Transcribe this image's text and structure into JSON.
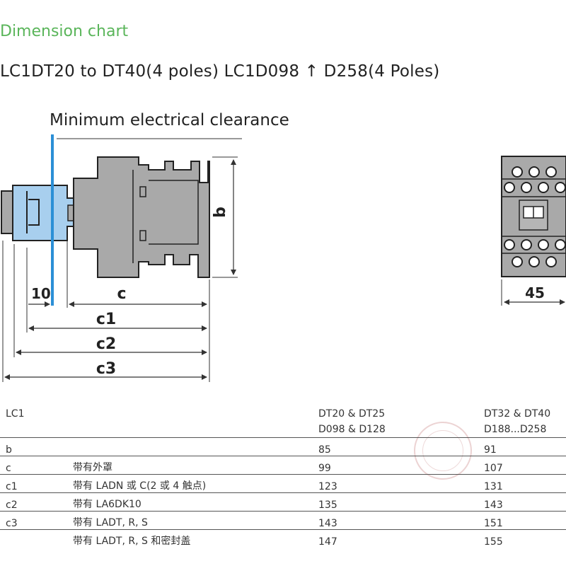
{
  "header": {
    "title": "Dimension chart",
    "subtitle": "LC1DT20 to DT40(4 poles) LC1D098 ↑ D258(4 Poles)"
  },
  "diagram": {
    "clearance_label": "Minimum electrical clearance",
    "dim_b": "b",
    "dim_10": "10",
    "dim_c": "c",
    "dim_c1": "c1",
    "dim_c2": "c2",
    "dim_c3": "c3",
    "dim_width": "45"
  },
  "table": {
    "header": {
      "label": "LC1",
      "col_a_line1": "DT20 & DT25",
      "col_a_line2": "D098 & D128",
      "col_b_line1": "DT32 & DT40",
      "col_b_line2": "D188...D258"
    },
    "rows": [
      {
        "dim": "b",
        "desc": "",
        "a": "85",
        "b": "91"
      },
      {
        "dim": "c",
        "desc": "带有外罩",
        "a": "99",
        "b": "107"
      },
      {
        "dim": "c1",
        "desc": "带有 LADN 或 C(2 或 4 触点)",
        "a": "123",
        "b": "131"
      },
      {
        "dim": "c2",
        "desc": "带有 LA6DK10",
        "a": "135",
        "b": "143"
      },
      {
        "dim": "c3",
        "desc": "带有 LADT, R, S",
        "a": "143",
        "b": "151"
      },
      {
        "dim": "",
        "desc": "带有 LADT, R, S 和密封盖",
        "a": "147",
        "b": "155"
      }
    ]
  },
  "colors": {
    "title": "#5ab55a",
    "body_grey": "#a9a9a9",
    "accessory_blue": "#a8cfee",
    "clearance_line": "#2b8fd6"
  }
}
